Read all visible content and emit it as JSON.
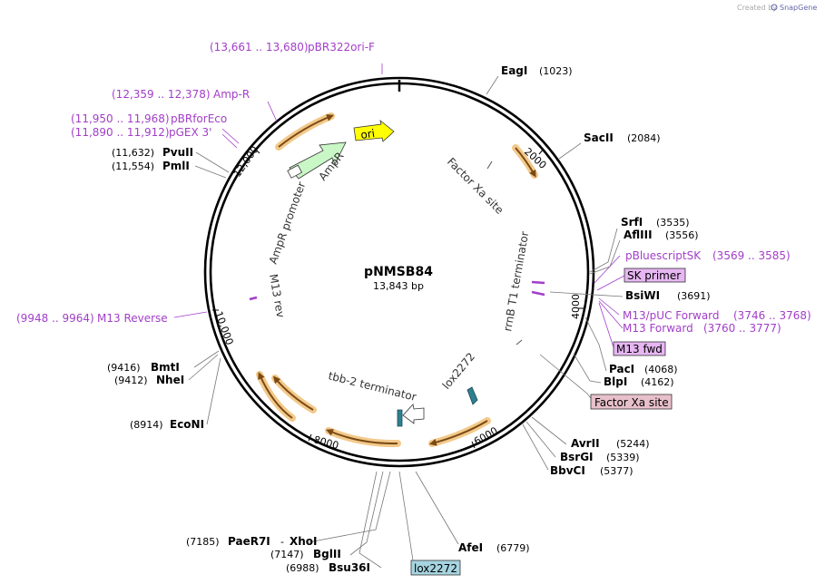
{
  "watermark": {
    "prefix": "Created by",
    "brand": "SnapGene"
  },
  "plasmid": {
    "name": "pNMSB84",
    "size": "13,843 bp"
  },
  "ticks": [
    "2000",
    "4000",
    "6000",
    "8000",
    "10,000",
    "12,000"
  ],
  "sites": {
    "eagi": {
      "name": "EagI",
      "pos": "(1023)"
    },
    "sacii": {
      "name": "SacII",
      "pos": "(2084)"
    },
    "srfi": {
      "name": "SrfI",
      "pos": "(3535)"
    },
    "afliii": {
      "name": "AflIII",
      "pos": "(3556)"
    },
    "bsiwi": {
      "name": "BsiWI",
      "pos": "(3691)"
    },
    "paci": {
      "name": "PacI",
      "pos": "(4068)"
    },
    "blpi": {
      "name": "BlpI",
      "pos": "(4162)"
    },
    "avrii": {
      "name": "AvrII",
      "pos": "(5244)"
    },
    "bsrgi": {
      "name": "BsrGI",
      "pos": "(5339)"
    },
    "bbvci": {
      "name": "BbvCI",
      "pos": "(5377)"
    },
    "afei": {
      "name": "AfeI",
      "pos": "(6779)"
    },
    "paer7i": {
      "name": "PaeR7I",
      "sep": "-",
      "name2": "XhoI",
      "pos": "(7185)"
    },
    "bglii": {
      "name": "BglII",
      "pos": "(7147)"
    },
    "bsu36i": {
      "name": "Bsu36I",
      "pos": "(6988)"
    },
    "econi": {
      "name": "EcoNI",
      "pos": "(8914)"
    },
    "bmti": {
      "name": "BmtI",
      "pos": "(9416)"
    },
    "nhei": {
      "name": "NheI",
      "pos": "(9412)"
    },
    "pvuii": {
      "name": "PvuII",
      "pos": "(11,632)"
    },
    "pmli": {
      "name": "PmlI",
      "pos": "(11,554)"
    }
  },
  "primers": {
    "pbr322ori": {
      "name": "pBR322ori-F",
      "pos": "(13,661 .. 13,680)"
    },
    "ampr": {
      "name": "Amp-R",
      "pos": "(12,359 .. 12,378)"
    },
    "pbrforeco": {
      "name": "pBRforEco",
      "pos": "(11,950 .. 11,968)"
    },
    "pgex3": {
      "name": "pGEX 3'",
      "pos": "(11,890 .. 11,912)"
    },
    "pbluescriptsk": {
      "name": "pBluescriptSK",
      "pos": "(3569 .. 3585)"
    },
    "m13puc": {
      "name": "M13/pUC Forward",
      "pos": "(3746 .. 3768)"
    },
    "m13fwd_long": {
      "name": "M13 Forward",
      "pos": "(3760 .. 3777)"
    },
    "m13rev": {
      "name": "M13 Reverse",
      "pos": "(9948 .. 9964)"
    }
  },
  "boxed": {
    "sk_primer": "SK primer",
    "m13_fwd": "M13 fwd",
    "factor_xa": "Factor Xa site",
    "lox2272": "lox2272"
  },
  "features": {
    "ori": "ori",
    "ampr": "AmpR",
    "ampr_promoter": "AmpR promoter",
    "m13_rev": "M13 rev",
    "factor_xa": "Factor Xa site",
    "rrnb": "rrnB T1 terminator",
    "lox2272": "lox2272",
    "tbb2": "tbb-2 terminator"
  },
  "colors": {
    "primer": "#a23ec9",
    "ori_fill": "#ffff00",
    "ampr_fill": "#c9f7c6",
    "orange_glow": "#f3c98b",
    "arrow_brown": "#7a4a12",
    "box_sk": "#e6b6f2",
    "box_xa": "#e8c0cc",
    "box_lox": "#a6d4e0",
    "lox_icon": "#2f7f8f"
  }
}
